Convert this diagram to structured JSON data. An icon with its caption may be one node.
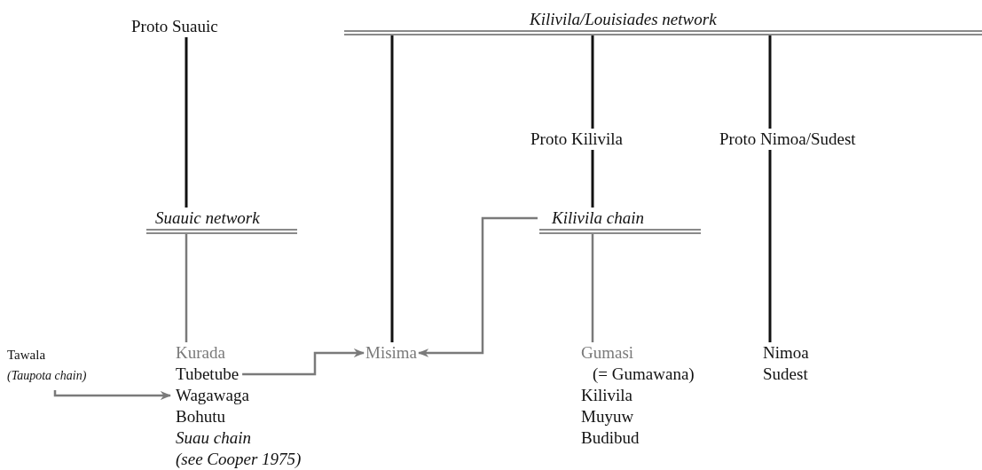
{
  "diagram": {
    "nodes": [
      {
        "text": [
          "Proto Suauic"
        ]
      },
      {
        "text": [
          "Kilivila/Louisiades network"
        ]
      },
      {
        "text": [
          "Suauic network"
        ]
      },
      {
        "text": [
          "Proto Kilivila"
        ]
      },
      {
        "text": [
          "Proto Nimoa/Sudest"
        ]
      },
      {
        "text": [
          "Kilivila chain"
        ]
      },
      {
        "text": [
          "Tawala",
          "(Taupota chain)"
        ]
      },
      {
        "text": [
          "Kurada"
        ]
      },
      {
        "text": [
          "Misima"
        ]
      },
      {
        "text": [
          "Gumasi"
        ],
        "beside": [
          "(= Gumawana)"
        ]
      },
      {
        "text": [
          "Nimoa"
        ]
      },
      {
        "text": [
          "Tubetube"
        ]
      },
      {
        "text": [
          "Wagawaga"
        ]
      }
    ],
    "edges": [
      {
        "from": 0,
        "to": 2,
        "arrow": "none"
      },
      {
        "from": 1,
        "to": 8,
        "arrow": "none"
      },
      {
        "from": 1,
        "to": 3,
        "arrow": "none"
      },
      {
        "from": 1,
        "to": 4,
        "arrow": "none"
      },
      {
        "from": 3,
        "to": 5,
        "arrow": "none"
      },
      {
        "from": 4,
        "to": 10,
        "arrow": "none"
      },
      {
        "from": 2,
        "to": 7,
        "arrow": "none",
        "color": "#7a7a7a"
      },
      {
        "from": 5,
        "to": 9,
        "arrow": "none",
        "color": "#7a7a7a"
      },
      {
        "from": 11,
        "to": 8,
        "arrow": "to",
        "color": "#7a7a7a"
      },
      {
        "from": 5,
        "to": 8,
        "arrow": "to",
        "color": "#7a7a7a"
      },
      {
        "from": 6,
        "to": 12,
        "arrow": "to",
        "color": "#7a7a7a"
      }
    ],
    "labels": [
      "Sudest",
      "Kilivila",
      "Bohutu",
      "Muyuw",
      "Suau chain",
      "Budibud",
      "(see Cooper 1975)"
    ]
  }
}
